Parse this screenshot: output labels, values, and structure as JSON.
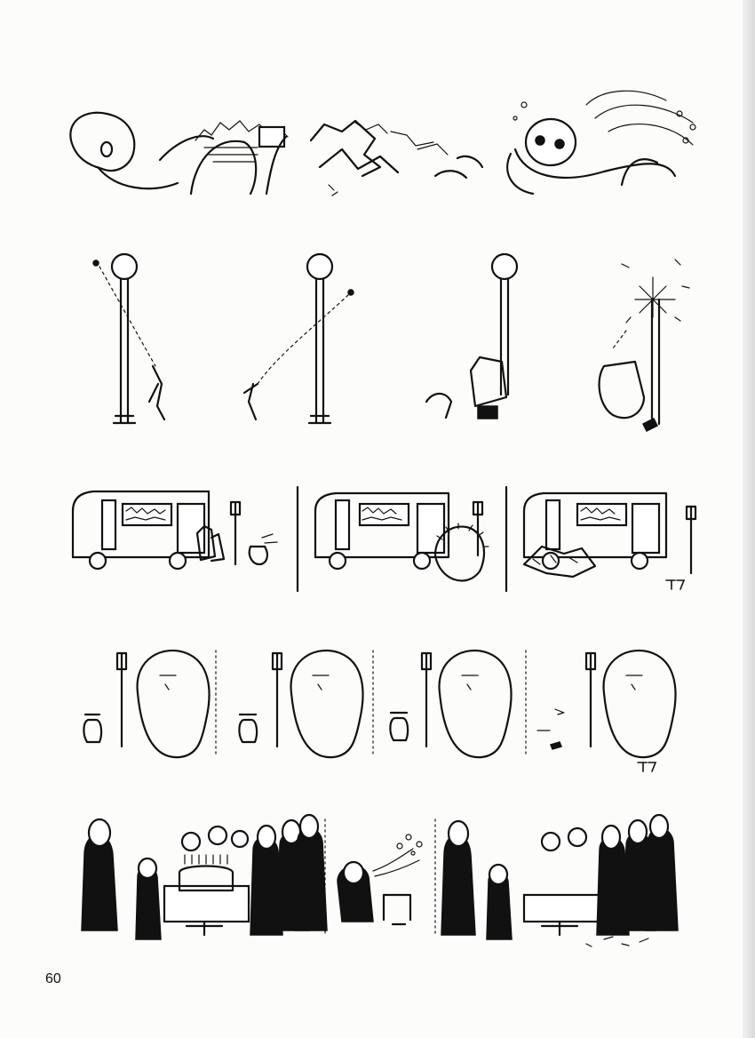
{
  "page": {
    "number": "60"
  },
  "strips": [
    {
      "name": "giant-face-wave",
      "panels": 3
    },
    {
      "name": "street-lamp-throwers",
      "panels": 4
    },
    {
      "name": "bus-stop",
      "panels": 3
    },
    {
      "name": "yeti-at-bus-stop",
      "panels": 4
    },
    {
      "name": "birthday-cake-sneeze",
      "panels": 3
    }
  ],
  "icons": [
    "artist-signature-icon"
  ],
  "colors": {
    "ink": "#111111",
    "paper": "#fcfcfb"
  }
}
